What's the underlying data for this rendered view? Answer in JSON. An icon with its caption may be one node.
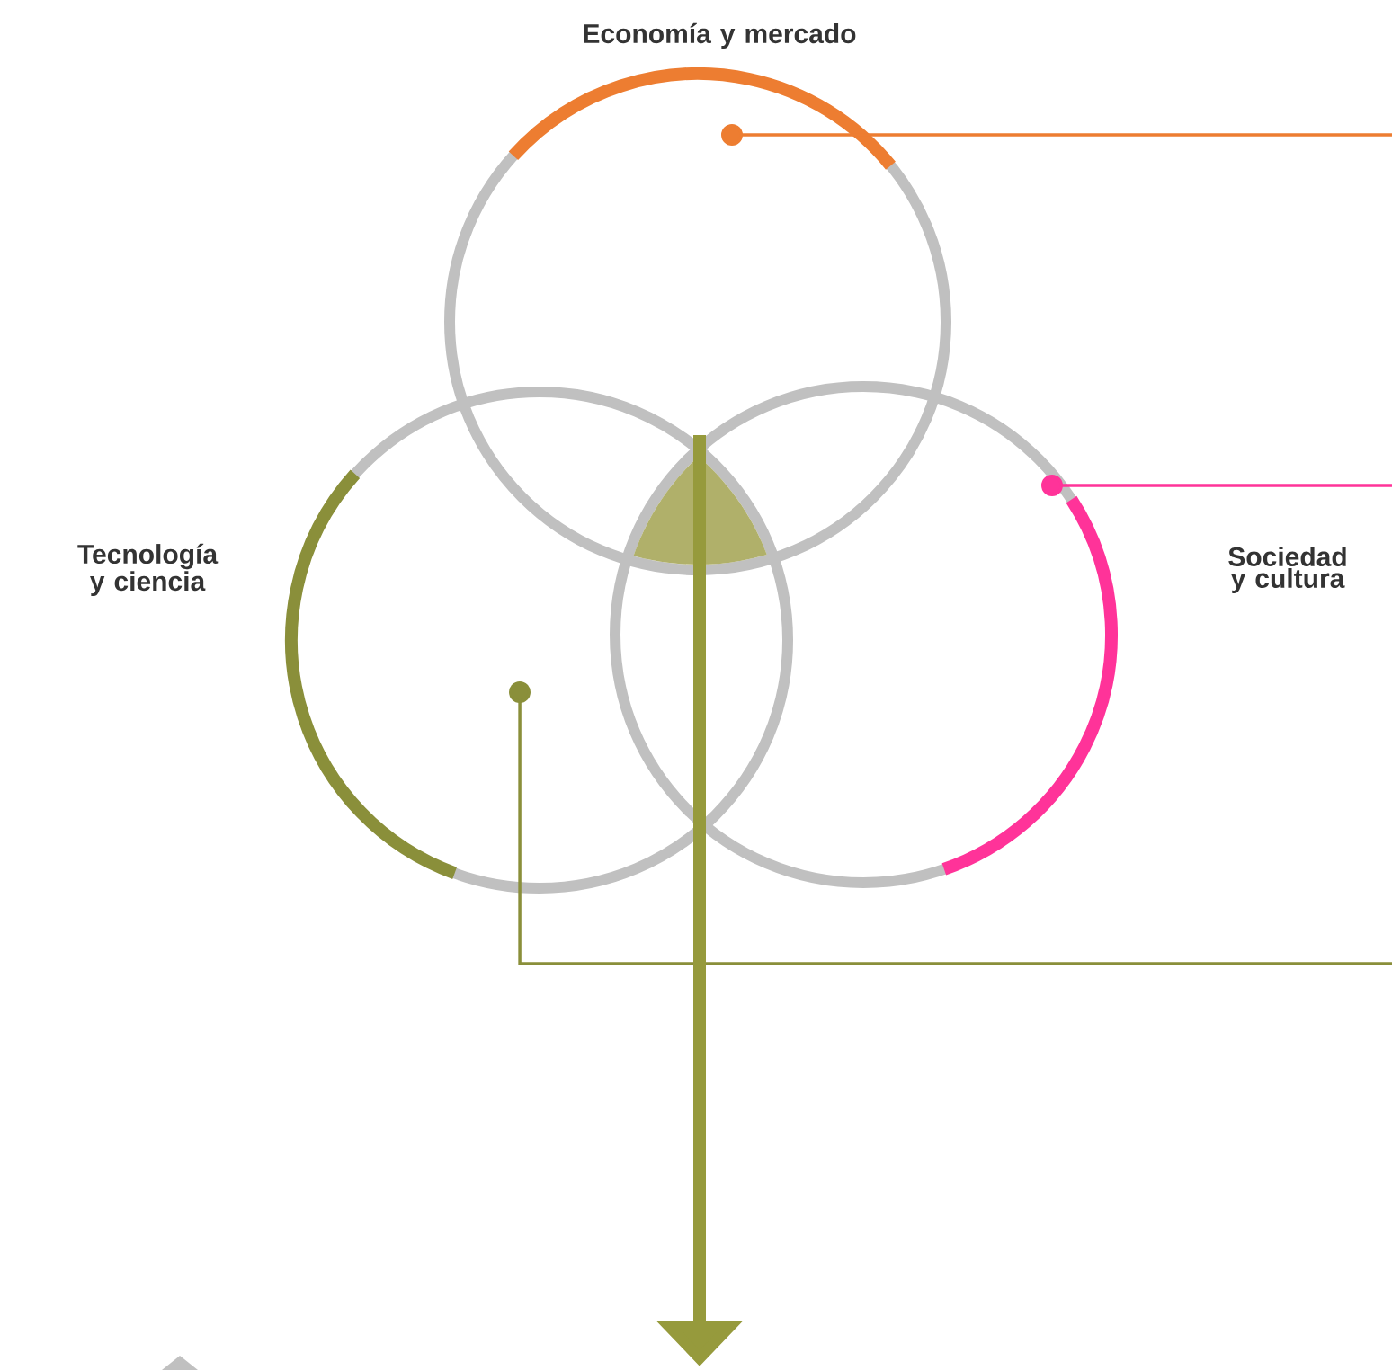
{
  "diagram": {
    "nodes": [
      {
        "text": [
          "Economía y mercado"
        ]
      },
      {
        "text": [
          "Tecnología y ciencia"
        ]
      },
      {
        "text": [
          "Sociedad y cultura"
        ]
      },
      {
        "text": [],
        "shape": "triangle"
      }
    ],
    "edges": [
      {
        "from": 0,
        "to": null,
        "arrow": "other",
        "color": "#ed7d31"
      },
      {
        "from": 2,
        "to": null,
        "arrow": "other",
        "color": "#ff3399"
      },
      {
        "from": 1,
        "to": null,
        "arrow": "other",
        "color": "#8a8f3a"
      },
      {
        "from": 3,
        "to": null,
        "arrow": "to",
        "style": "thick",
        "color": "#969a3c"
      }
    ]
  }
}
